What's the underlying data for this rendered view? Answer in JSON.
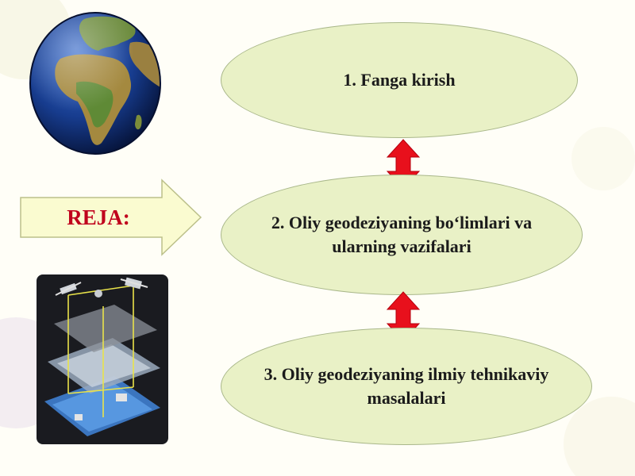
{
  "reja": {
    "label": "REJA:"
  },
  "plan": {
    "items": [
      {
        "text": "1. Fanga kirish"
      },
      {
        "text": "2. Oliy geodeziyaning bo‘limlari va ularning vazifalari"
      },
      {
        "text": "3. Oliy geodeziyaning ilmiy tehnikaviy masalalari"
      }
    ]
  },
  "colors": {
    "ellipse_fill": "#e9f1c6",
    "arrow_fill": "#fafbd0",
    "reja_text": "#c0001c",
    "connector": "#e8101c"
  },
  "icons": {
    "globe": "earth-globe-image",
    "gis": "satellite-gis-layers-image",
    "connector": "double-headed-vertical-arrow"
  }
}
